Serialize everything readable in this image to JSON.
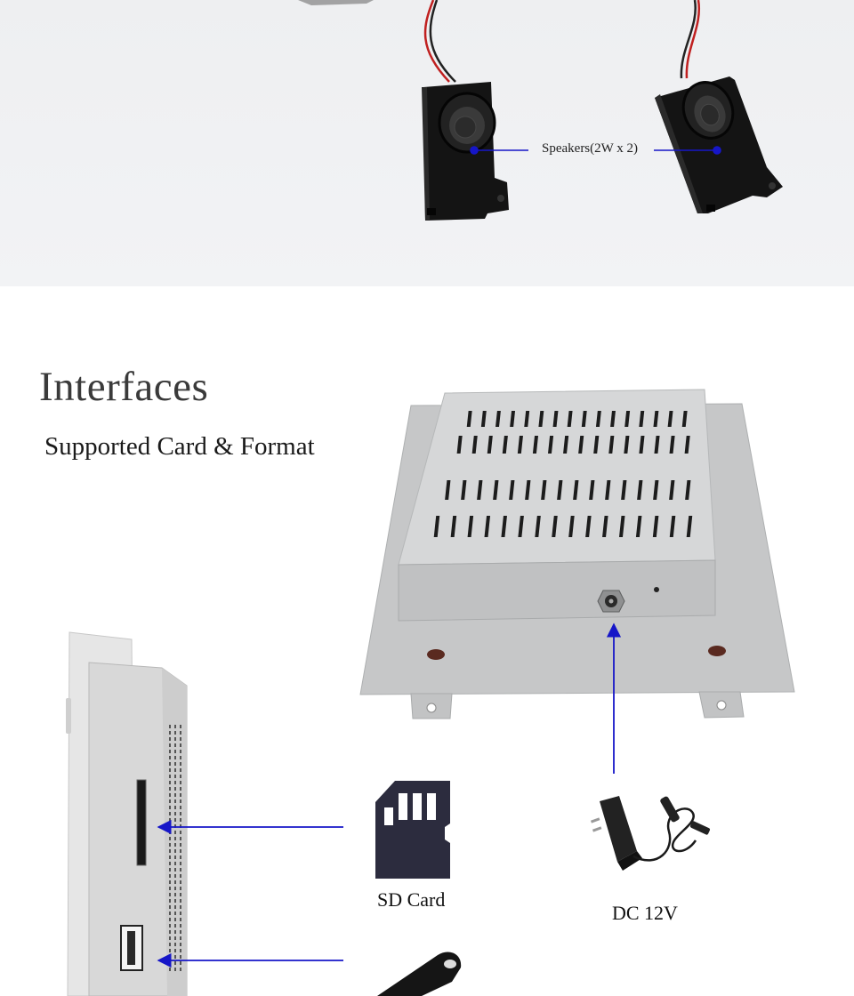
{
  "speakers": {
    "label": "Speakers(2W x 2)"
  },
  "interfaces": {
    "title": "Interfaces",
    "subtitle": "Supported Card & Format"
  },
  "callouts": {
    "sd_card": "SD Card",
    "dc_power": "DC 12V"
  },
  "colors": {
    "arrow": "#1616c8",
    "panel_background": "#eff0f2",
    "enclosure": "#c9cacb",
    "speaker": "#151515",
    "sd_icon": "#2c2c3e"
  },
  "icons": [
    "speaker-icon",
    "metal-enclosure-icon",
    "sd-card-icon",
    "power-adapter-icon",
    "usb-drive-icon",
    "usb-port-icon"
  ]
}
